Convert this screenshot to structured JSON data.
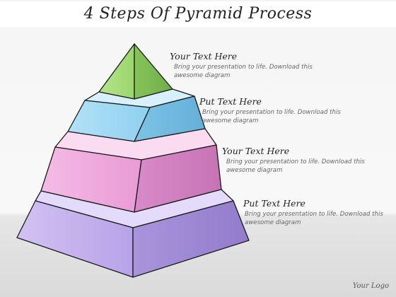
{
  "title": "4 Steps Of Pyramid Process",
  "steps": [
    {
      "heading": "Your Text Here",
      "description": "Bring your presentation to life. Download this awesome diagram",
      "color_front": "#a8dc7a",
      "color_side": "#8cc45e"
    },
    {
      "heading": "Put Text Here",
      "description": "Bring your presentation to life. Download this awesome diagram",
      "color_front": "#9fd8f2",
      "color_side": "#7fc4e6"
    },
    {
      "heading": "Your Text Here",
      "description": "Bring your presentation to life. Download this awesome diagram",
      "color_front": "#efa6dc",
      "color_side": "#d98ac6"
    },
    {
      "heading": "Put Text Here",
      "description": "Bring your presentation to life. Download this awesome diagram",
      "color_front": "#c4b0ec",
      "color_side": "#a994dc"
    }
  ],
  "footer": {
    "logo": "Your Logo"
  }
}
